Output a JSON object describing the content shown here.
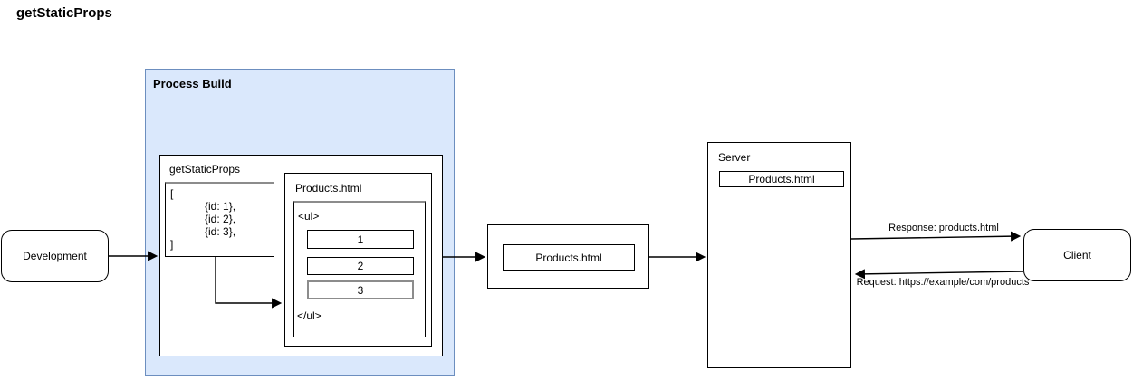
{
  "title": "getStaticProps",
  "colors": {
    "process_build_fill": "#dae8fc",
    "process_build_border": "#6c8ebf",
    "gray_stroke": "#8c8c8c",
    "default_stroke": "#000000"
  },
  "diagram": {
    "development": {
      "label": "Development"
    },
    "process_build": {
      "label": "Process Build",
      "get_static_props": {
        "label": "getStaticProps",
        "data_array": {
          "bracket_open": "[",
          "items": [
            "{id: 1},",
            "{id: 2},",
            "{id: 3},"
          ],
          "bracket_close": "]"
        },
        "products": {
          "label": "Products.html",
          "list": {
            "open_tag": "<ul>",
            "items": [
              "1",
              "2",
              "3"
            ],
            "close_tag": "</ul>"
          }
        }
      }
    },
    "build_output": {
      "label": "Products.html"
    },
    "server": {
      "label": "Server",
      "file": "Products.html"
    },
    "client": {
      "label": "Client"
    },
    "edges": {
      "response": {
        "label": "Response: products.html"
      },
      "request": {
        "label": "Request: https://example/com/products"
      }
    }
  }
}
